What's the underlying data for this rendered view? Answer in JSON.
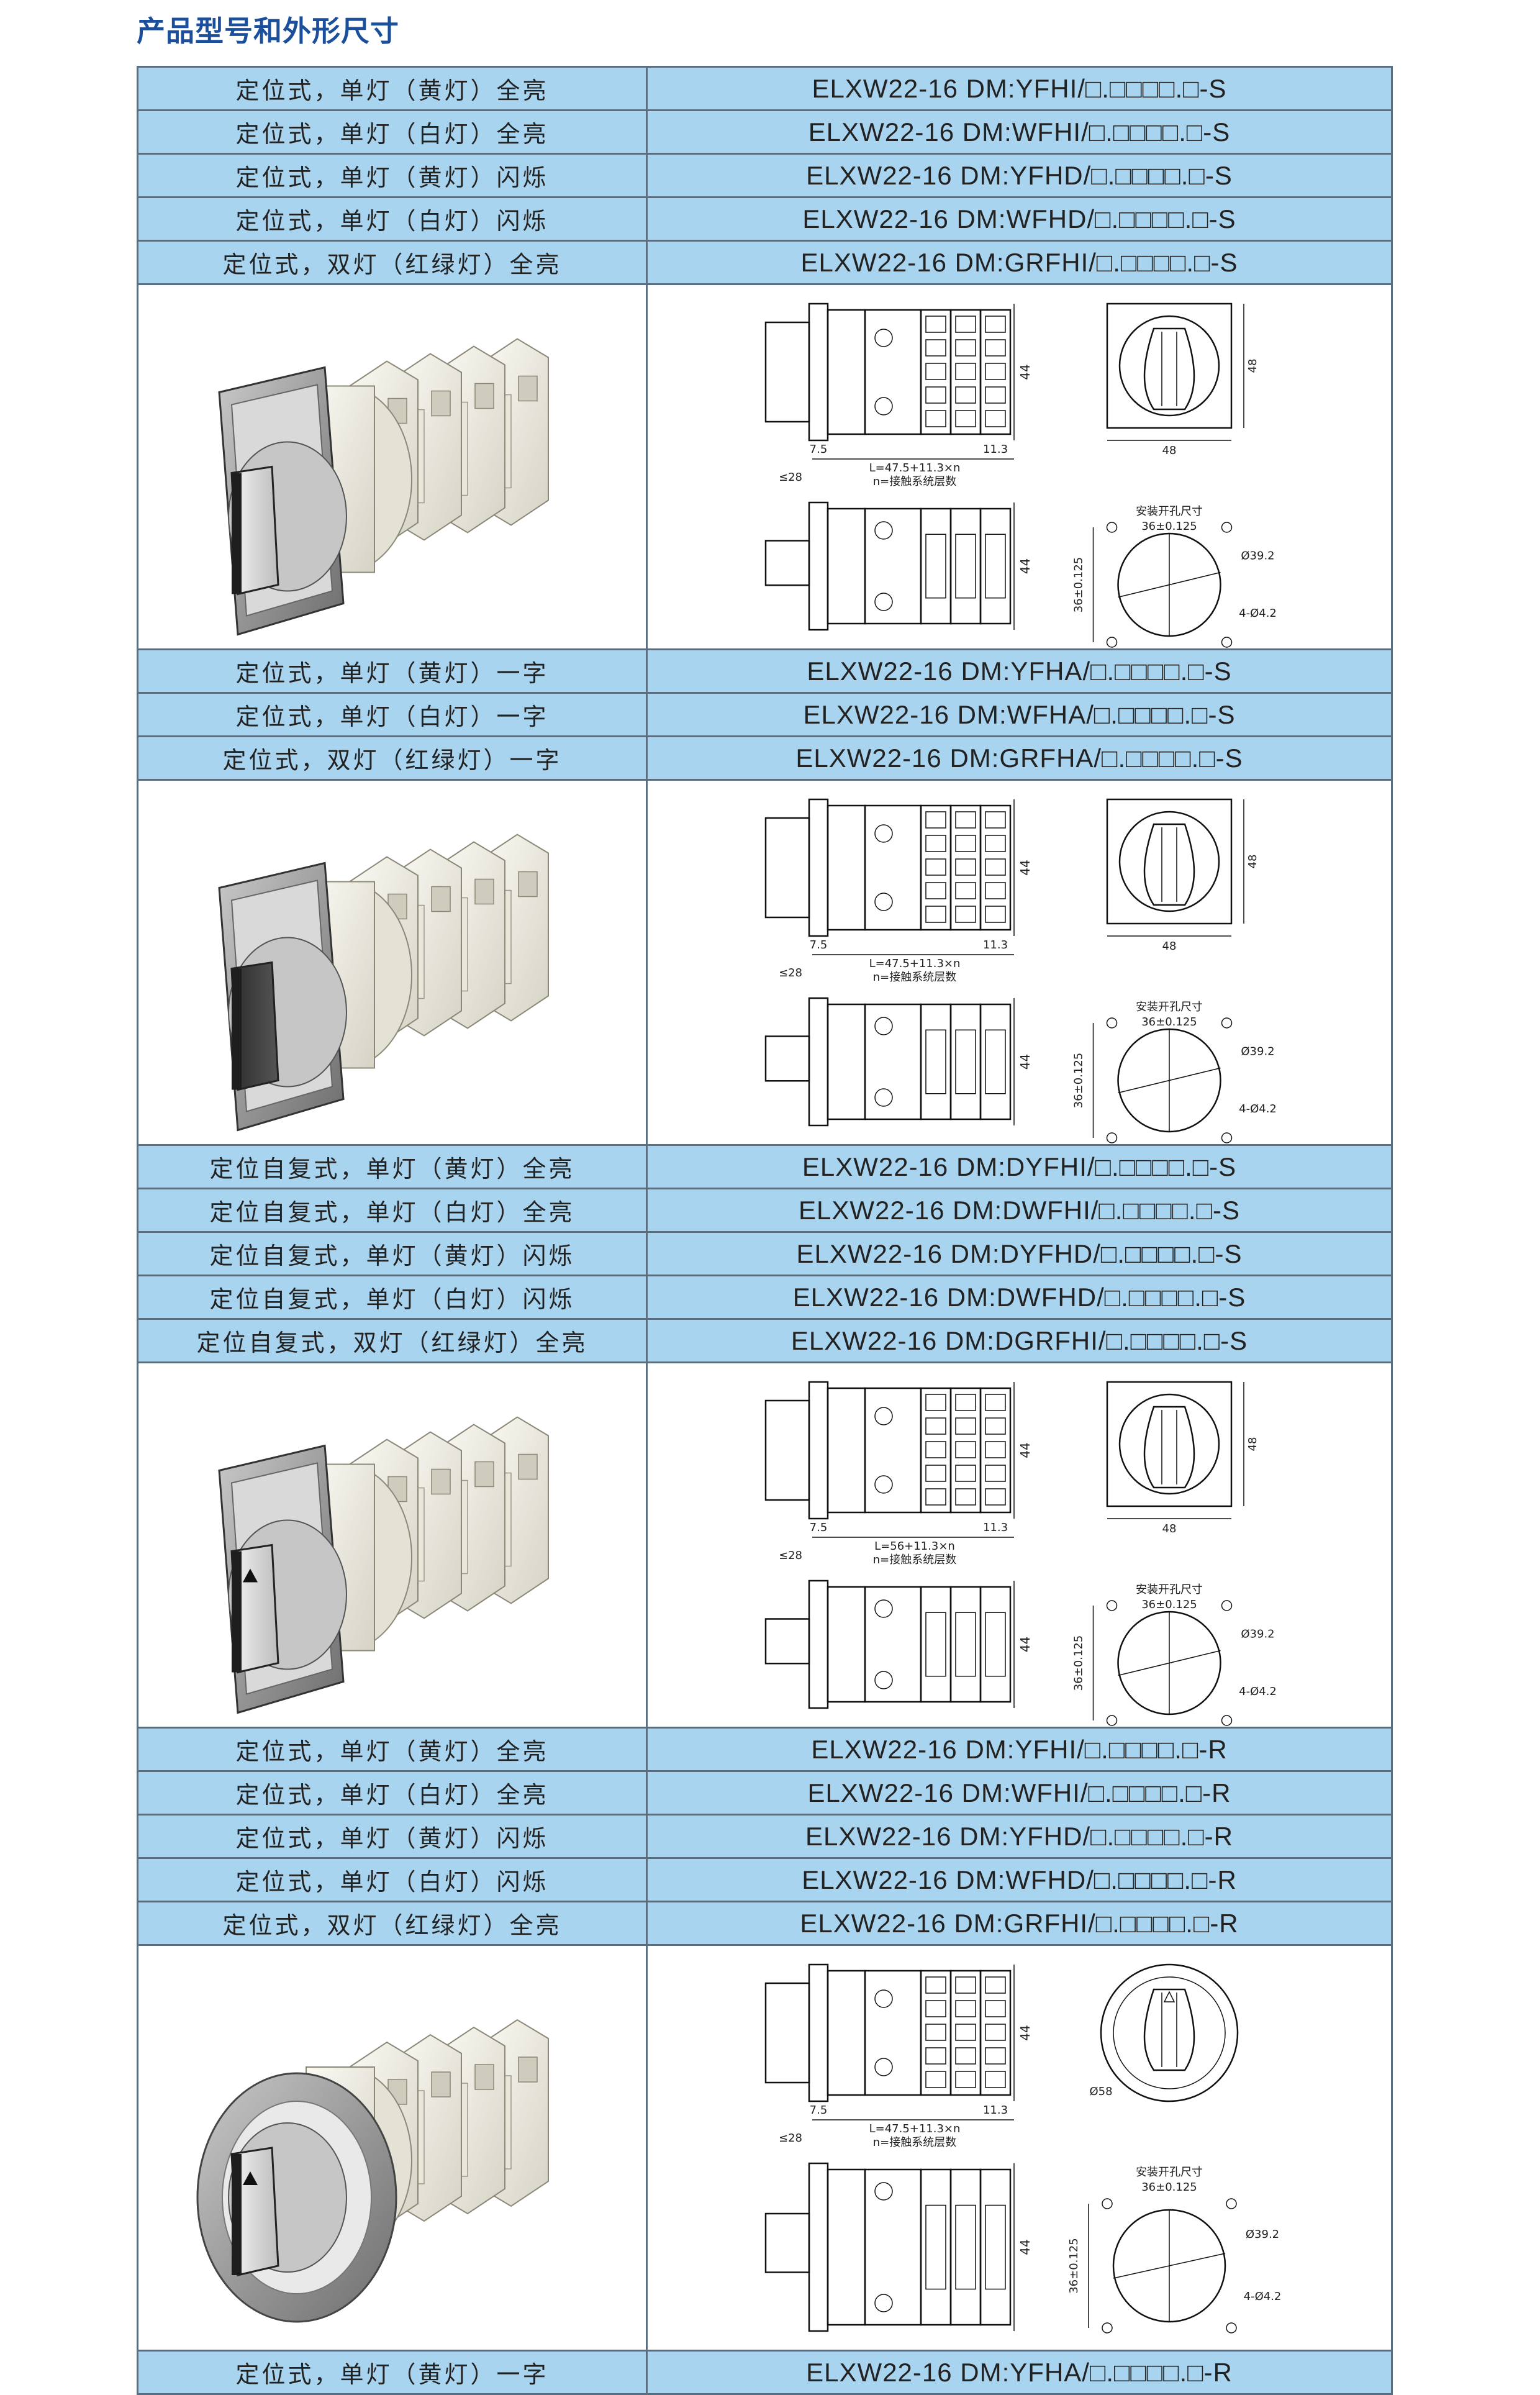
{
  "page": {
    "title": "产品型号和外形尺寸"
  },
  "groups": [
    {
      "rows": [
        {
          "desc": "定位式，单灯（黄灯）全亮",
          "model": "ELXW22-16 DM:YFHI/□.□□□□.□-S"
        },
        {
          "desc": "定位式，单灯（白灯）全亮",
          "model": "ELXW22-16 DM:WFHI/□.□□□□.□-S"
        },
        {
          "desc": "定位式，单灯（黄灯）闪烁",
          "model": "ELXW22-16 DM:YFHD/□.□□□□.□-S"
        },
        {
          "desc": "定位式，单灯（白灯）闪烁",
          "model": "ELXW22-16 DM:WFHD/□.□□□□.□-S"
        },
        {
          "desc": "定位式，双灯（红绿灯）全亮",
          "model": "ELXW22-16 DM:GRFHI/□.□□□□.□-S"
        }
      ],
      "figure": {
        "handle": "single-lever-knob",
        "front": "square",
        "length_formula": "L=47.5+11.3×n",
        "n_note": "n=接触系统层数",
        "dim_a": "7.5",
        "dim_b": "≤28",
        "dim_c": "11.3",
        "dim_h": "44",
        "dim_w": "48",
        "dim_hgt": "48",
        "cutout_title": "安装开孔尺寸",
        "cutout_spacing": "36±0.125",
        "hole_dia": "Ø39.2",
        "screw": "4-Ø4.2",
        "side_spacing": "36±0.125"
      }
    },
    {
      "rows": [
        {
          "desc": "定位式，单灯（黄灯）一字",
          "model": "ELXW22-16 DM:YFHA/□.□□□□.□-S"
        },
        {
          "desc": "定位式，单灯（白灯）一字",
          "model": "ELXW22-16 DM:WFHA/□.□□□□.□-S"
        },
        {
          "desc": "定位式，双灯（红绿灯）一字",
          "model": "ELXW22-16 DM:GRFHA/□.□□□□.□-S"
        }
      ],
      "figure": {
        "handle": "dark-lever-knob",
        "front": "square",
        "length_formula": "L=47.5+11.3×n",
        "n_note": "n=接触系统层数",
        "dim_a": "7.5",
        "dim_b": "≤28",
        "dim_c": "11.3",
        "dim_h": "44",
        "dim_w": "48",
        "dim_hgt": "48",
        "cutout_title": "安装开孔尺寸",
        "cutout_spacing": "36±0.125",
        "hole_dia": "Ø39.2",
        "screw": "4-Ø4.2",
        "side_spacing": "36±0.125"
      }
    },
    {
      "rows": [
        {
          "desc": "定位自复式，单灯（黄灯）全亮",
          "model": "ELXW22-16 DM:DYFHI/□.□□□□.□-S"
        },
        {
          "desc": "定位自复式，单灯（白灯）全亮",
          "model": "ELXW22-16 DM:DWFHI/□.□□□□.□-S"
        },
        {
          "desc": "定位自复式，单灯（黄灯）闪烁",
          "model": "ELXW22-16 DM:DYFHD/□.□□□□.□-S"
        },
        {
          "desc": "定位自复式，单灯（白灯）闪烁",
          "model": "ELXW22-16 DM:DWFHD/□.□□□□.□-S"
        },
        {
          "desc": "定位自复式，双灯（红绿灯）全亮",
          "model": "ELXW22-16 DM:DGRFHI/□.□□□□.□-S"
        }
      ],
      "figure": {
        "handle": "arrow-lever-knob",
        "front": "square",
        "length_formula": "L=56+11.3×n",
        "n_note": "n=接触系统层数",
        "dim_a": "7.5",
        "dim_b": "≤28",
        "dim_c": "11.3",
        "dim_h": "44",
        "dim_w": "48",
        "dim_hgt": "48",
        "cutout_title": "安装开孔尺寸",
        "cutout_spacing": "36±0.125",
        "hole_dia": "Ø39.2",
        "screw": "4-Ø4.2",
        "side_spacing": "36±0.125"
      }
    },
    {
      "rows": [
        {
          "desc": "定位式，单灯（黄灯）全亮",
          "model": "ELXW22-16 DM:YFHI/□.□□□□.□-R"
        },
        {
          "desc": "定位式，单灯（白灯）全亮",
          "model": "ELXW22-16 DM:WFHI/□.□□□□.□-R"
        },
        {
          "desc": "定位式，单灯（黄灯）闪烁",
          "model": "ELXW22-16 DM:YFHD/□.□□□□.□-R"
        },
        {
          "desc": "定位式，单灯（白灯）闪烁",
          "model": "ELXW22-16 DM:WFHD/□.□□□□.□-R"
        },
        {
          "desc": "定位式，双灯（红绿灯）全亮",
          "model": "ELXW22-16 DM:GRFHI/□.□□□□.□-R"
        }
      ],
      "figure": {
        "handle": "arrow-lever-knob",
        "front": "round",
        "length_formula": "L=47.5+11.3×n",
        "n_note": "n=接触系统层数",
        "dim_a": "7.5",
        "dim_b": "≤28",
        "dim_c": "11.3",
        "dim_h": "44",
        "dim_w": "Ø58",
        "dim_hgt": "",
        "cutout_title": "安装开孔尺寸",
        "cutout_spacing": "36±0.125",
        "hole_dia": "Ø39.2",
        "screw": "4-Ø4.2",
        "side_spacing": "36±0.125"
      }
    },
    {
      "rows": [
        {
          "desc": "定位式，单灯（黄灯）一字",
          "model": "ELXW22-16 DM:YFHA/□.□□□□.□-R"
        }
      ],
      "figure": null
    }
  ]
}
